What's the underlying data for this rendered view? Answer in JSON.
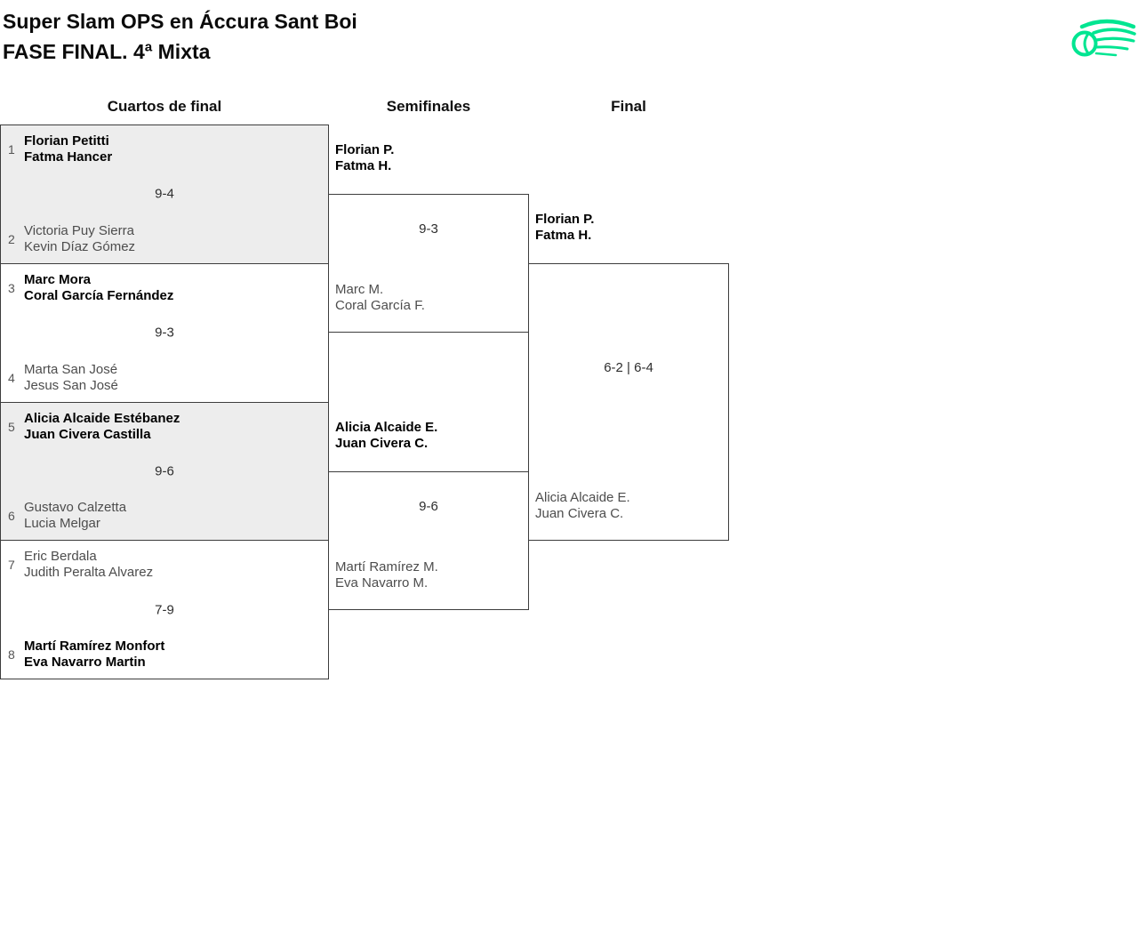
{
  "tournament": {
    "title_line1": "Super Slam OPS en Áccura Sant Boi",
    "title_line2": "FASE FINAL. 4ª Mixta",
    "logo_icon": "tennis-ball-swoosh",
    "logo_color": "#00e591"
  },
  "columns": [
    "Cuartos de final",
    "Semifinales",
    "Final"
  ],
  "qf": [
    {
      "score": "9-4",
      "top": {
        "seed": "1",
        "p1": "Florian Petitti",
        "p2": "Fatma Hancer",
        "result": "winner"
      },
      "bottom": {
        "seed": "2",
        "p1": "Victoria Puy Sierra",
        "p2": "Kevin Díaz Gómez",
        "result": "loser"
      }
    },
    {
      "score": "9-3",
      "top": {
        "seed": "3",
        "p1": "Marc Mora",
        "p2": "Coral García Fernández",
        "result": "winner"
      },
      "bottom": {
        "seed": "4",
        "p1": "Marta San José",
        "p2": "Jesus San José",
        "result": "loser"
      }
    },
    {
      "score": "9-6",
      "top": {
        "seed": "5",
        "p1": "Alicia Alcaide Estébanez",
        "p2": "Juan Civera Castilla",
        "result": "winner"
      },
      "bottom": {
        "seed": "6",
        "p1": "Gustavo Calzetta",
        "p2": "Lucia Melgar",
        "result": "loser"
      }
    },
    {
      "score": "7-9",
      "top": {
        "seed": "7",
        "p1": "Eric Berdala",
        "p2": "Judith Peralta Alvarez",
        "result": "loser"
      },
      "bottom": {
        "seed": "8",
        "p1": "Martí Ramírez Monfort",
        "p2": "Eva Navarro Martin",
        "result": "winner"
      }
    }
  ],
  "sf": [
    {
      "score": "9-3",
      "top": {
        "p1": "Florian P.",
        "p2": "Fatma H.",
        "result": "winner"
      },
      "bottom": {
        "p1": "Marc M.",
        "p2": "Coral García F.",
        "result": "loser"
      }
    },
    {
      "score": "9-6",
      "top": {
        "p1": "Alicia Alcaide E.",
        "p2": "Juan Civera C.",
        "result": "winner"
      },
      "bottom": {
        "p1": "Martí Ramírez M.",
        "p2": "Eva Navarro M.",
        "result": "loser"
      }
    }
  ],
  "final": {
    "score": "6-2 | 6-4",
    "top": {
      "p1": "Florian P.",
      "p2": "Fatma H.",
      "result": "winner"
    },
    "bottom": {
      "p1": "Alicia Alcaide E.",
      "p2": "Juan Civera C.",
      "result": "loser"
    }
  },
  "colors": {
    "accent_green": "#00e591",
    "block_shade": "#ededed",
    "border": "#3d3d3d",
    "loser_text": "#4d4d4d",
    "winner_text": "#000000"
  }
}
